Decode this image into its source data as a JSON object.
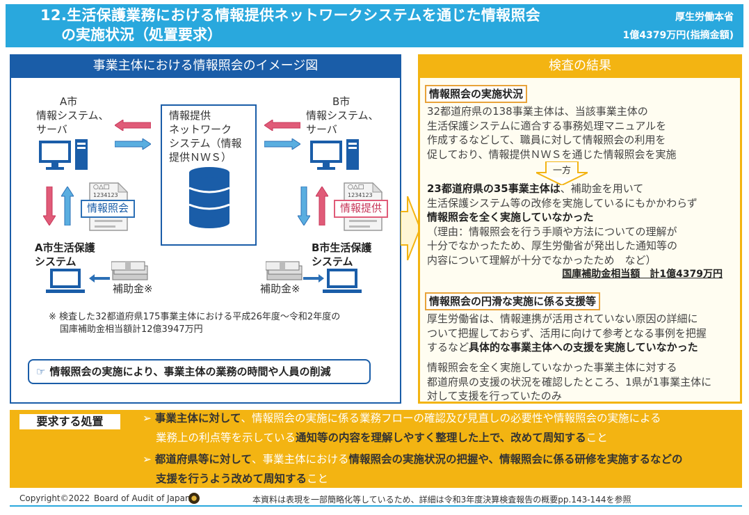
{
  "header": {
    "title_line1": "12.生活保護業務における情報提供ネットワークシステムを通じた情報照会",
    "title_line2": "の実施状況（処置要求）",
    "ministry": "厚生労働本省",
    "amount": "1億4379万円(指摘金額)"
  },
  "left": {
    "heading": "事業主体における情報照会のイメージ図",
    "city_a": [
      "A市",
      "情報システム、",
      "サーバ"
    ],
    "city_b": [
      "B市",
      "情報システム、",
      "サーバ"
    ],
    "nws": [
      "情報提供",
      "ネットワーク",
      "システム（情報",
      "提供ＮＷＳ）"
    ],
    "stamp_inquiry": "情報照会",
    "stamp_provide": "情報提供",
    "doc_digits": "1234123",
    "doc_chars": "○△□",
    "a_system": [
      "A市生活保護",
      "システム"
    ],
    "b_system": [
      "B市生活保護",
      "システム"
    ],
    "subsidy_label": "補助金※",
    "note_lines": [
      "※ 検査した32都道府県175事業主体における平成26年度～令和2年度の",
      "国庫補助金相当額計12億3947万円"
    ],
    "effect": "情報照会の実施により、事業主体の業務の時間や人員の削減"
  },
  "right": {
    "heading": "検査の結果",
    "section1_title": "情報照会の実施状況",
    "section1_lines": [
      "32都道府県の138事業主体は、当該事業主体の",
      "生活保護システムに適合する事務処理マニュアルを",
      "作成するなどして、職員に対して情報照会の利用を",
      "促しており、情報提供ＮＷＳを通じた情報照会を実施"
    ],
    "ippou": "一方",
    "s1b_line1_bold": "23都道府県の35事業主体は",
    "s1b_line1_rest": "、補助金を用いて",
    "s1b_line2": "生活保護システム等の改修を実施しているにもかかわらず",
    "s1b_line3_bold": "情報照会を全く実施していなかった",
    "s1b_reason": [
      "（理由：情報照会を行う手順や方法についての理解が",
      "十分でなかったため、厚生労働省が発出した通知等の",
      "内容について理解が十分でなかったため　など）"
    ],
    "s1b_sum": "国庫補助金相当額　計1億4379万円",
    "section2_title": "情報照会の円滑な実施に係る支援等",
    "s2_line1": "厚生労働省は、情報連携が活用されていない原因の詳細に",
    "s2_line2": "ついて把握しておらず、活用に向けて参考となる事例を把握",
    "s2_line3_pre": "するなど",
    "s2_line3_bold": "具体的な事業主体への支援を実施していなかった",
    "s2_lines_b": [
      "情報照会を全く実施していなかった事業主体に対する",
      "都道府県の支援の状況を確認したところ、1県が1事業主体に",
      "対して支援を行っていたのみ"
    ]
  },
  "bottom": {
    "label": "要求する処置",
    "item1_bold": "事業主体に対して",
    "item1_rest": "、情報照会の実施に係る業務フローの確認及び見直しの必要性や情報照会の実施による",
    "item1_line2_pre": "業務上の利点等を示している",
    "item1_line2_bold": "通知等の内容を理解しやすく整理した上で、改めて周知する",
    "item1_line2_post": "こと",
    "item2_bold": "都道府県等に対して",
    "item2_mid": "、事業主体における",
    "item2_bold2": "情報照会の実施状況の把握や、情報照会に係る研修を実施するなどの",
    "item2_line2_bold": "支援を行うよう改めて周知する",
    "item2_line2_post": "こと"
  },
  "footer": {
    "copyright": "Copyright©2022",
    "board": "Board of Audit of Japan",
    "note": "本資料は表現を一部簡略化等しているため、詳細は令和3年度決算検査報告の概要pp.143-144を参照"
  },
  "colors": {
    "header_blue": "#29a8dd",
    "panel_blue": "#1a5da8",
    "gold": "#f3b412",
    "pink_arrow": "#e05b78",
    "blue_arrow": "#5aaee0"
  }
}
